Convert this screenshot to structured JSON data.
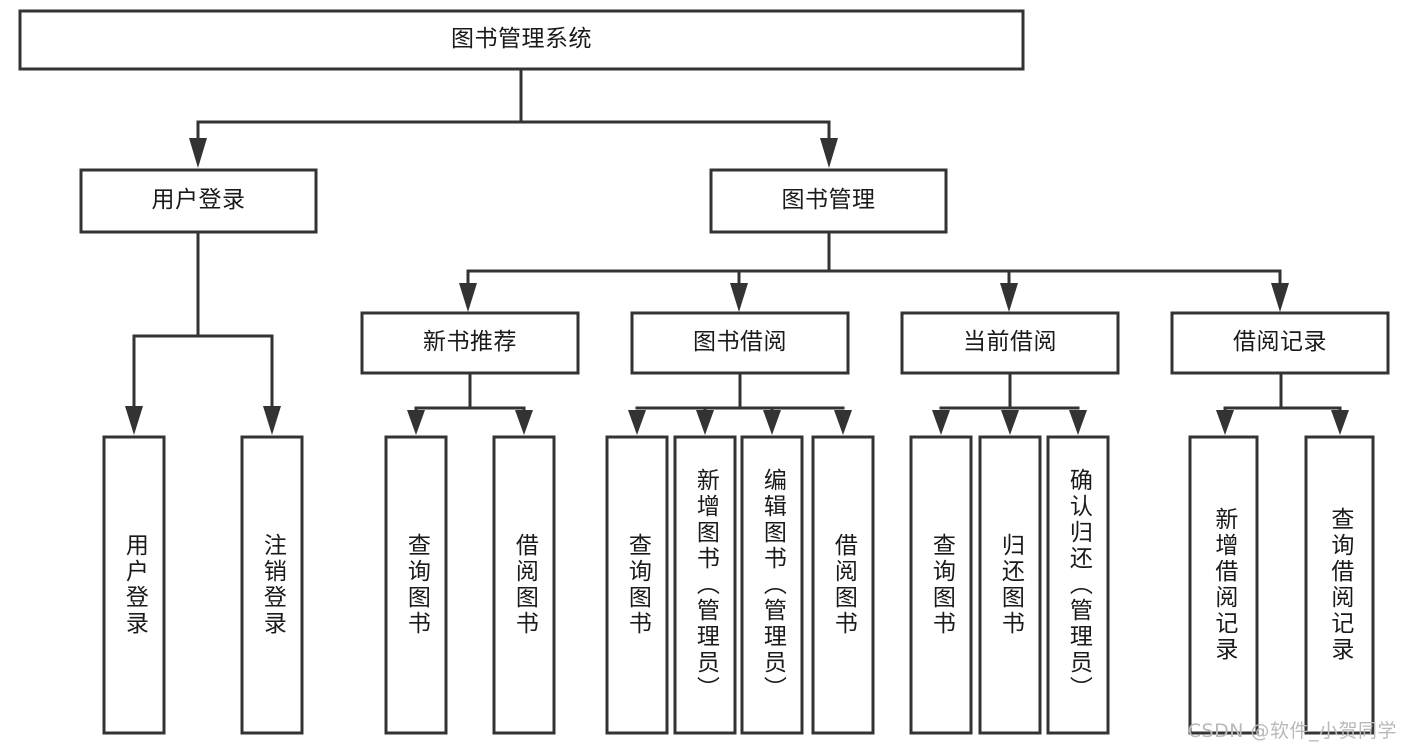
{
  "diagram": {
    "title": "图书管理系统",
    "type": "tree-hierarchy-chart",
    "colors": {
      "box_stroke": "#333333",
      "box_fill": "#ffffff",
      "text": "#1a1a1a",
      "watermark": "#b9b9b9",
      "background": "#ffffff"
    },
    "root": {
      "label": "图书管理系统"
    },
    "level2": [
      {
        "label": "用户登录"
      },
      {
        "label": "图书管理"
      }
    ],
    "level3": [
      {
        "label": "新书推荐"
      },
      {
        "label": "图书借阅"
      },
      {
        "label": "当前借阅"
      },
      {
        "label": "借阅记录"
      }
    ],
    "leaves": {
      "user_login": [
        {
          "label": "用户登录"
        },
        {
          "label": "注销登录"
        }
      ],
      "new_book_recommend": [
        {
          "label": "查询图书"
        },
        {
          "label": "借阅图书"
        }
      ],
      "book_borrow": [
        {
          "label": "查询图书"
        },
        {
          "label": "新增图书（管理员）"
        },
        {
          "label": "编辑图书（管理员）"
        },
        {
          "label": "借阅图书"
        }
      ],
      "current_borrow": [
        {
          "label": "查询图书"
        },
        {
          "label": "归还图书"
        },
        {
          "label": "确认归还（管理员）"
        }
      ],
      "borrow_record": [
        {
          "label": "新增借阅记录"
        },
        {
          "label": "查询借阅记录"
        }
      ]
    }
  },
  "watermark": {
    "text": "CSDN @软件_小贺同学"
  }
}
